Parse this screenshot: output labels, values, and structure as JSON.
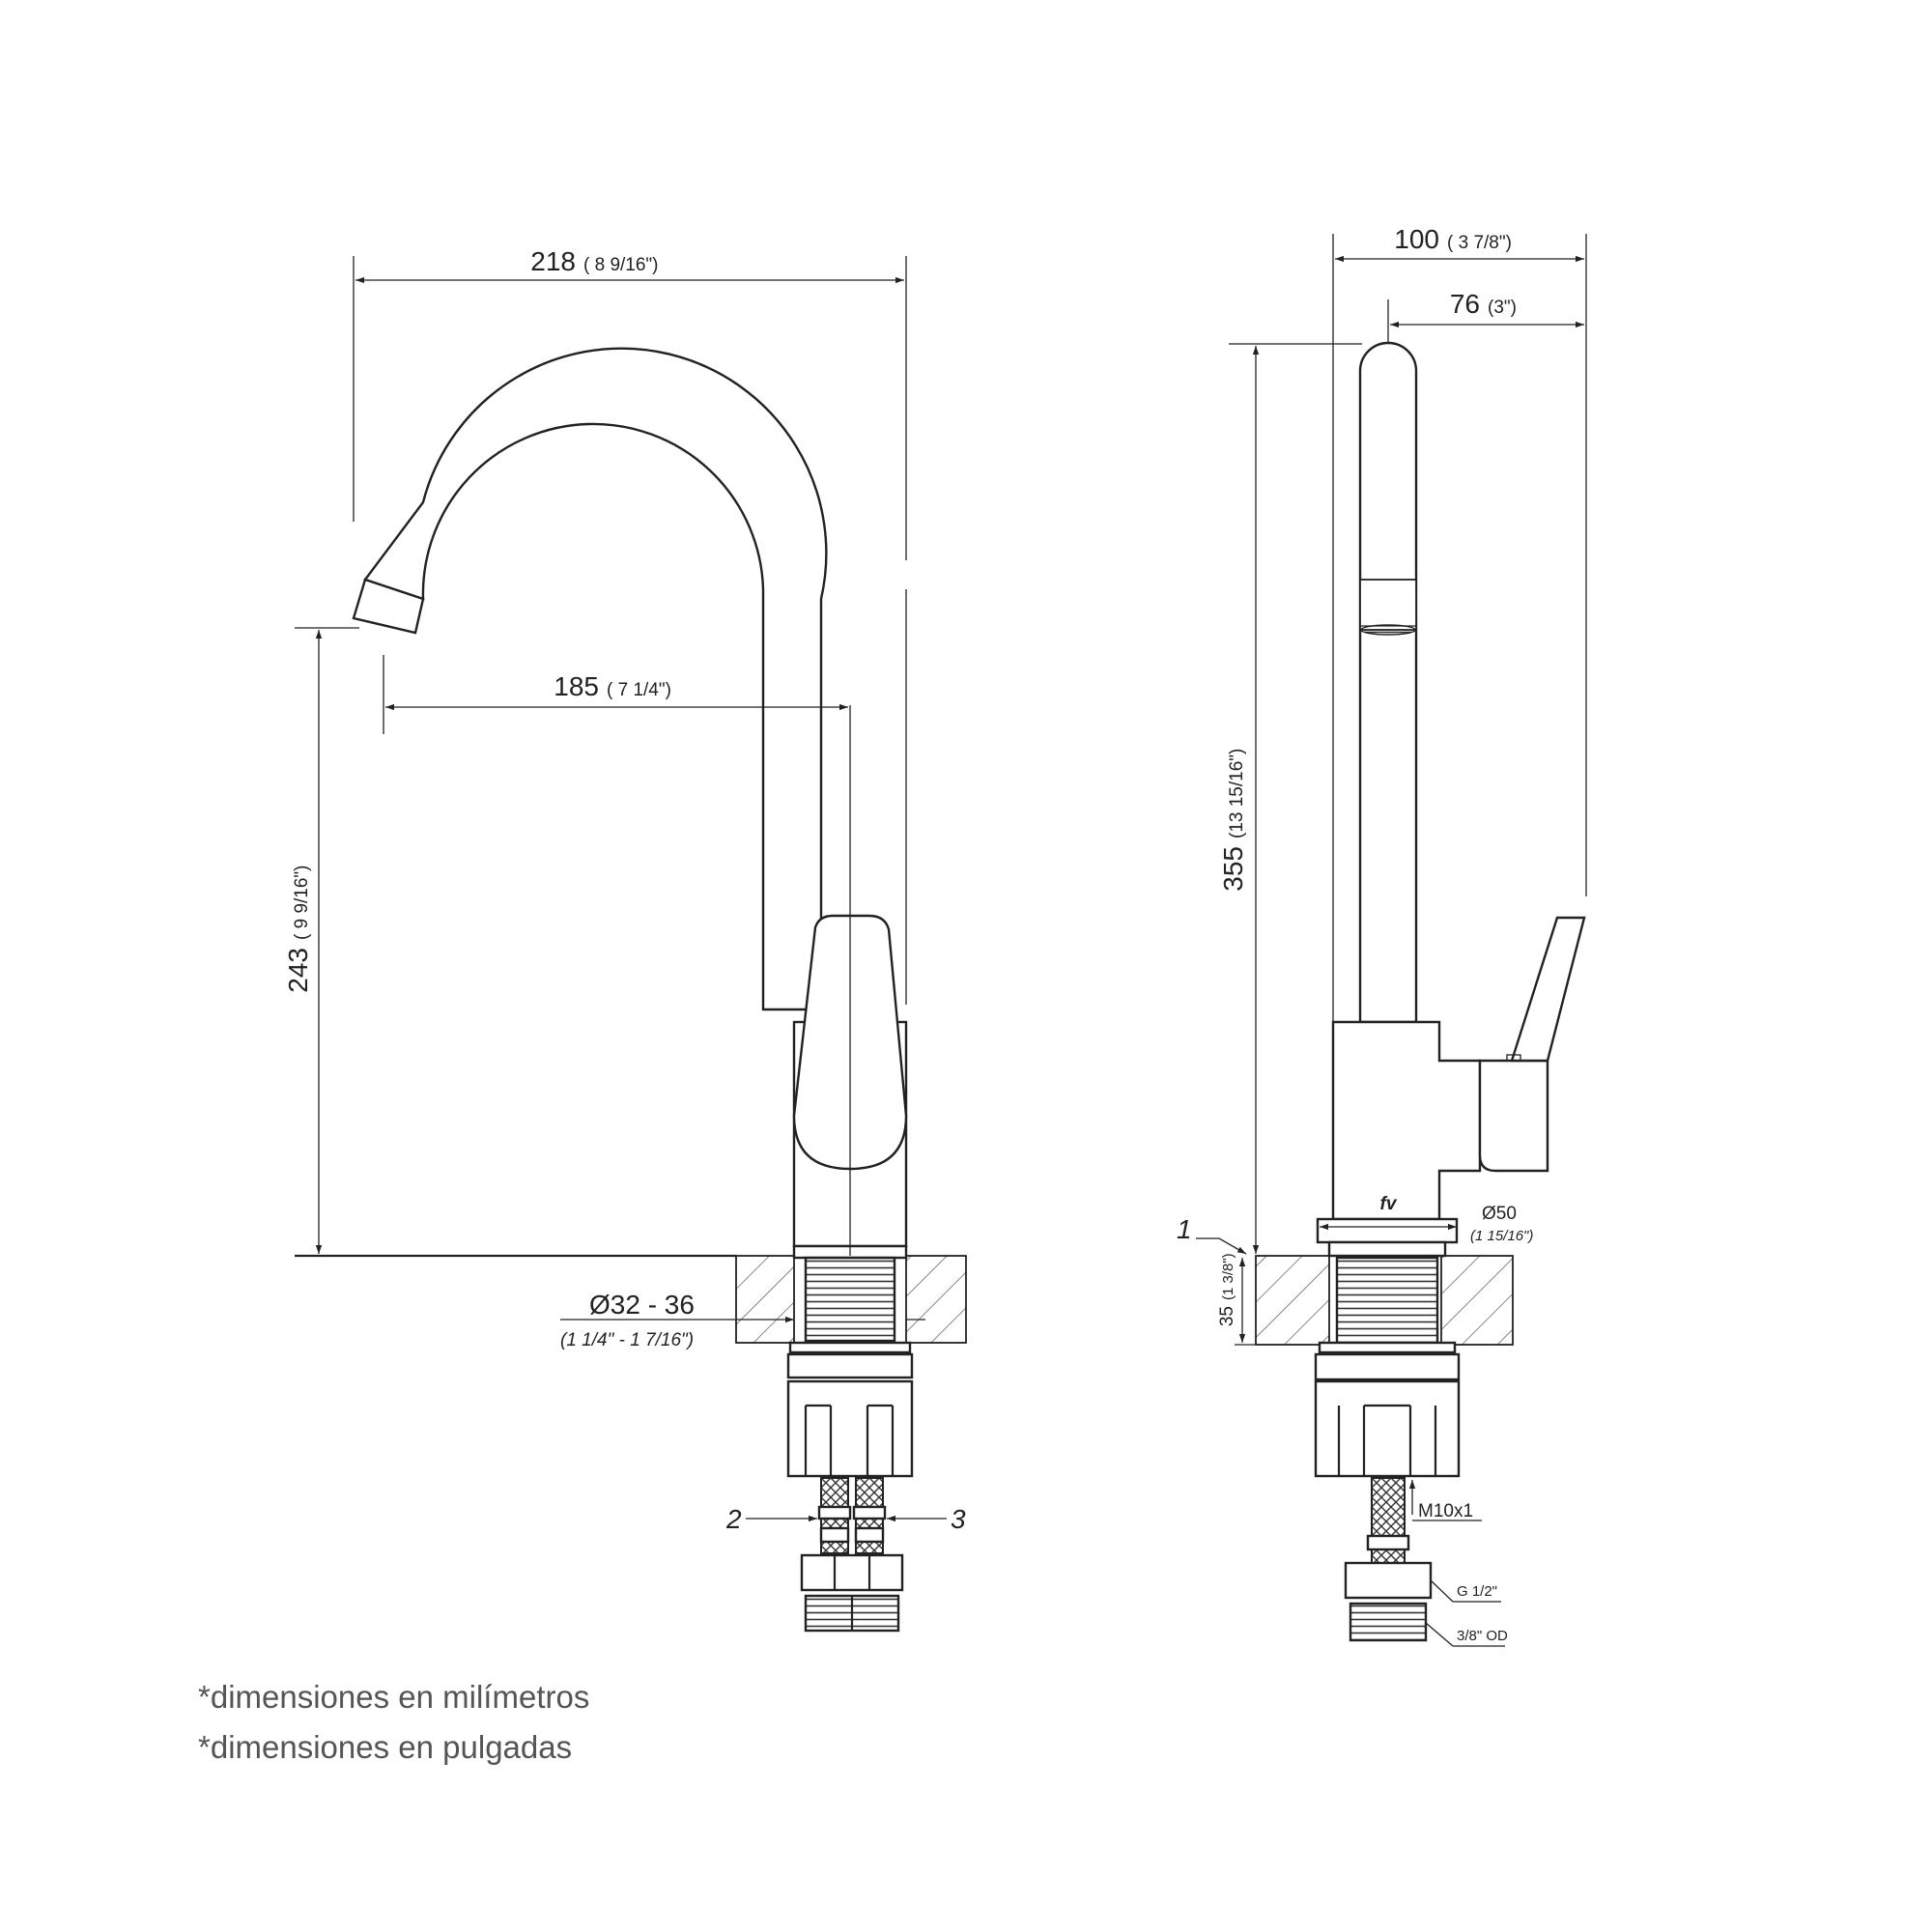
{
  "front_view": {
    "width_total": "218",
    "width_total_in": "( 8 9/16\")",
    "reach": "185",
    "reach_in": "( 7 1/4\")",
    "spout_height": "243",
    "spout_height_in": "( 9 9/16\")",
    "hole_diameter": "Ø32 - 36",
    "hole_diameter_in": "(1 1/4\" - 1 7/16\")",
    "callout_2": "2",
    "callout_3": "3"
  },
  "side_view": {
    "depth_total": "100",
    "depth_total_in": "( 3 7/8\")",
    "depth_spout": "76",
    "depth_spout_in": "(3\")",
    "total_height": "355",
    "total_height_in": "(13 15/16\")",
    "base_diameter": "Ø50",
    "base_diameter_in": "(1 15/16\")",
    "counter_thickness": "35",
    "counter_thickness_in": "(1 3/8\")",
    "callout_1": "1",
    "thread_hose": "M10x1",
    "thread_inlet": "G 1/2\"",
    "thread_od": "3/8\" OD",
    "logo": "fv"
  },
  "notes": [
    "*dimensiones en milímetros",
    "*dimensiones en pulgadas"
  ]
}
